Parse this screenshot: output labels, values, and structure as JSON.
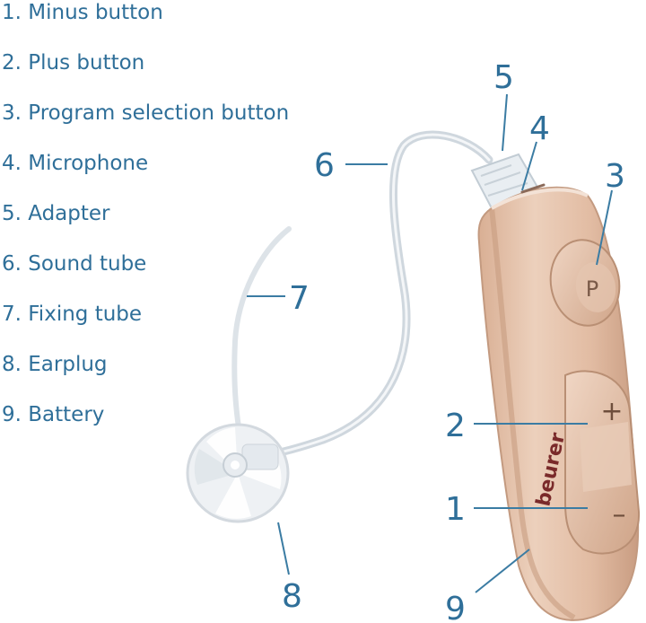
{
  "legend": [
    "1. Minus button",
    "2. Plus button",
    "3. Program selection button",
    "4. Microphone",
    "5. Adapter",
    "6. Sound tube",
    "7. Fixing tube",
    "8. Earplug",
    "9. Battery"
  ],
  "callouts": [
    "1",
    "2",
    "3",
    "4",
    "5",
    "6",
    "7",
    "8",
    "9"
  ],
  "device": {
    "brand": "beurer",
    "button_p_label": "P",
    "button_plus_label": "+",
    "button_minus_label": "–"
  },
  "colors": {
    "text": "#2f6f99",
    "housing": "#e3bfa6",
    "housing_shadow": "#c89c80",
    "brand_text": "#7a2a2a"
  }
}
